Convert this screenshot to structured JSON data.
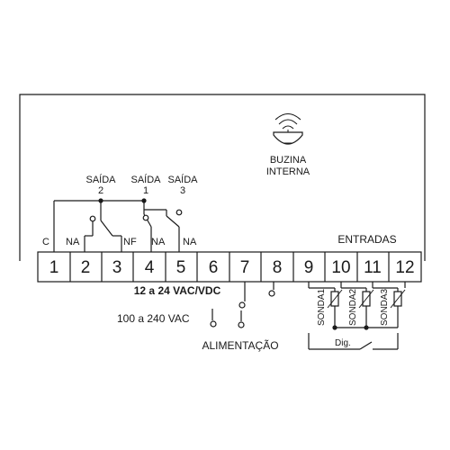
{
  "buzzer": {
    "line1": "BUZINA",
    "line2": "INTERNA",
    "icon": "buzzer-icon"
  },
  "outputs": {
    "saida2": {
      "name": "SAÍDA",
      "number": "2"
    },
    "saida1": {
      "name": "SAÍDA",
      "number": "1"
    },
    "saida3": {
      "name": "SAÍDA",
      "number": "3"
    }
  },
  "contact_labels": {
    "c": "C",
    "na_2": "NA",
    "nf": "NF",
    "na_4": "NA",
    "na_5": "NA"
  },
  "entradas_label": "ENTRADAS",
  "terminals": [
    "1",
    "2",
    "3",
    "4",
    "5",
    "6",
    "7",
    "8",
    "9",
    "10",
    "11",
    "12"
  ],
  "supply": {
    "dc_label": "12 a 24 VAC/VDC",
    "ac_label": "100 a 240 VAC",
    "alimentacao_label": "ALIMENTAÇÃO"
  },
  "sondas": [
    "SONDA1",
    "SONDA2",
    "SONDA3"
  ],
  "dig_label": "Dig."
}
